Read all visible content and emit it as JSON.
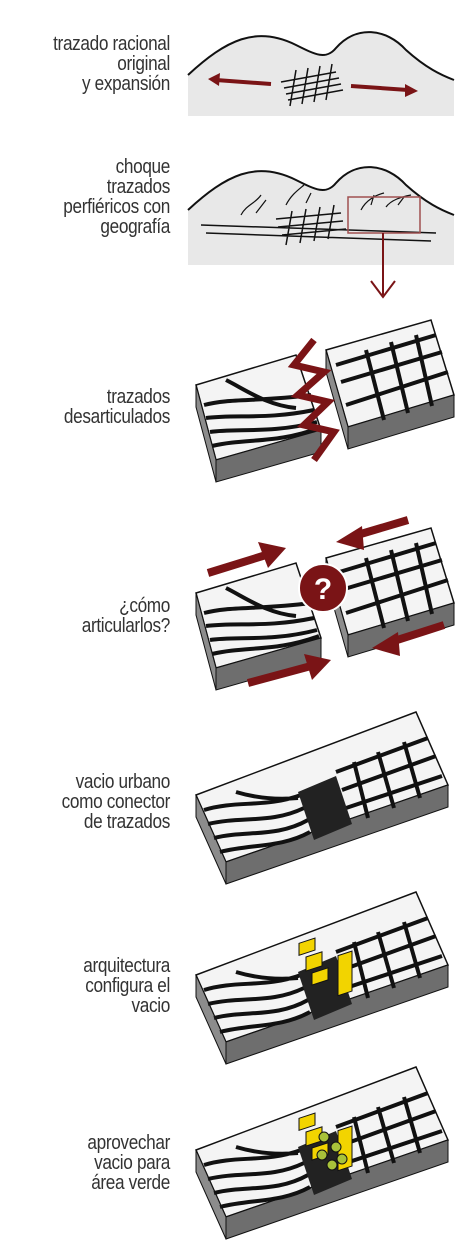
{
  "stages": [
    {
      "lines": [
        "trazado racional",
        "original",
        "y expansión"
      ]
    },
    {
      "lines": [
        "choque",
        "trazados",
        "perfiéricos con",
        "geografía"
      ]
    },
    {
      "lines": [
        "trazados",
        "desarticulados"
      ]
    },
    {
      "lines": [
        "¿cómo",
        "articularlos?"
      ],
      "badge": "?"
    },
    {
      "lines": [
        "vacio urbano",
        "como conector",
        "de trazados"
      ]
    },
    {
      "lines": [
        "arquitectura",
        "configura el",
        "vacio"
      ]
    },
    {
      "lines": [
        "aprovechar",
        "vacio para",
        "área verde"
      ]
    }
  ],
  "colors": {
    "arrow": "#7a1416",
    "mountain": "#e8e8e8",
    "void": "#222222",
    "building": "#f2d400",
    "tree": "#a8c23a"
  }
}
